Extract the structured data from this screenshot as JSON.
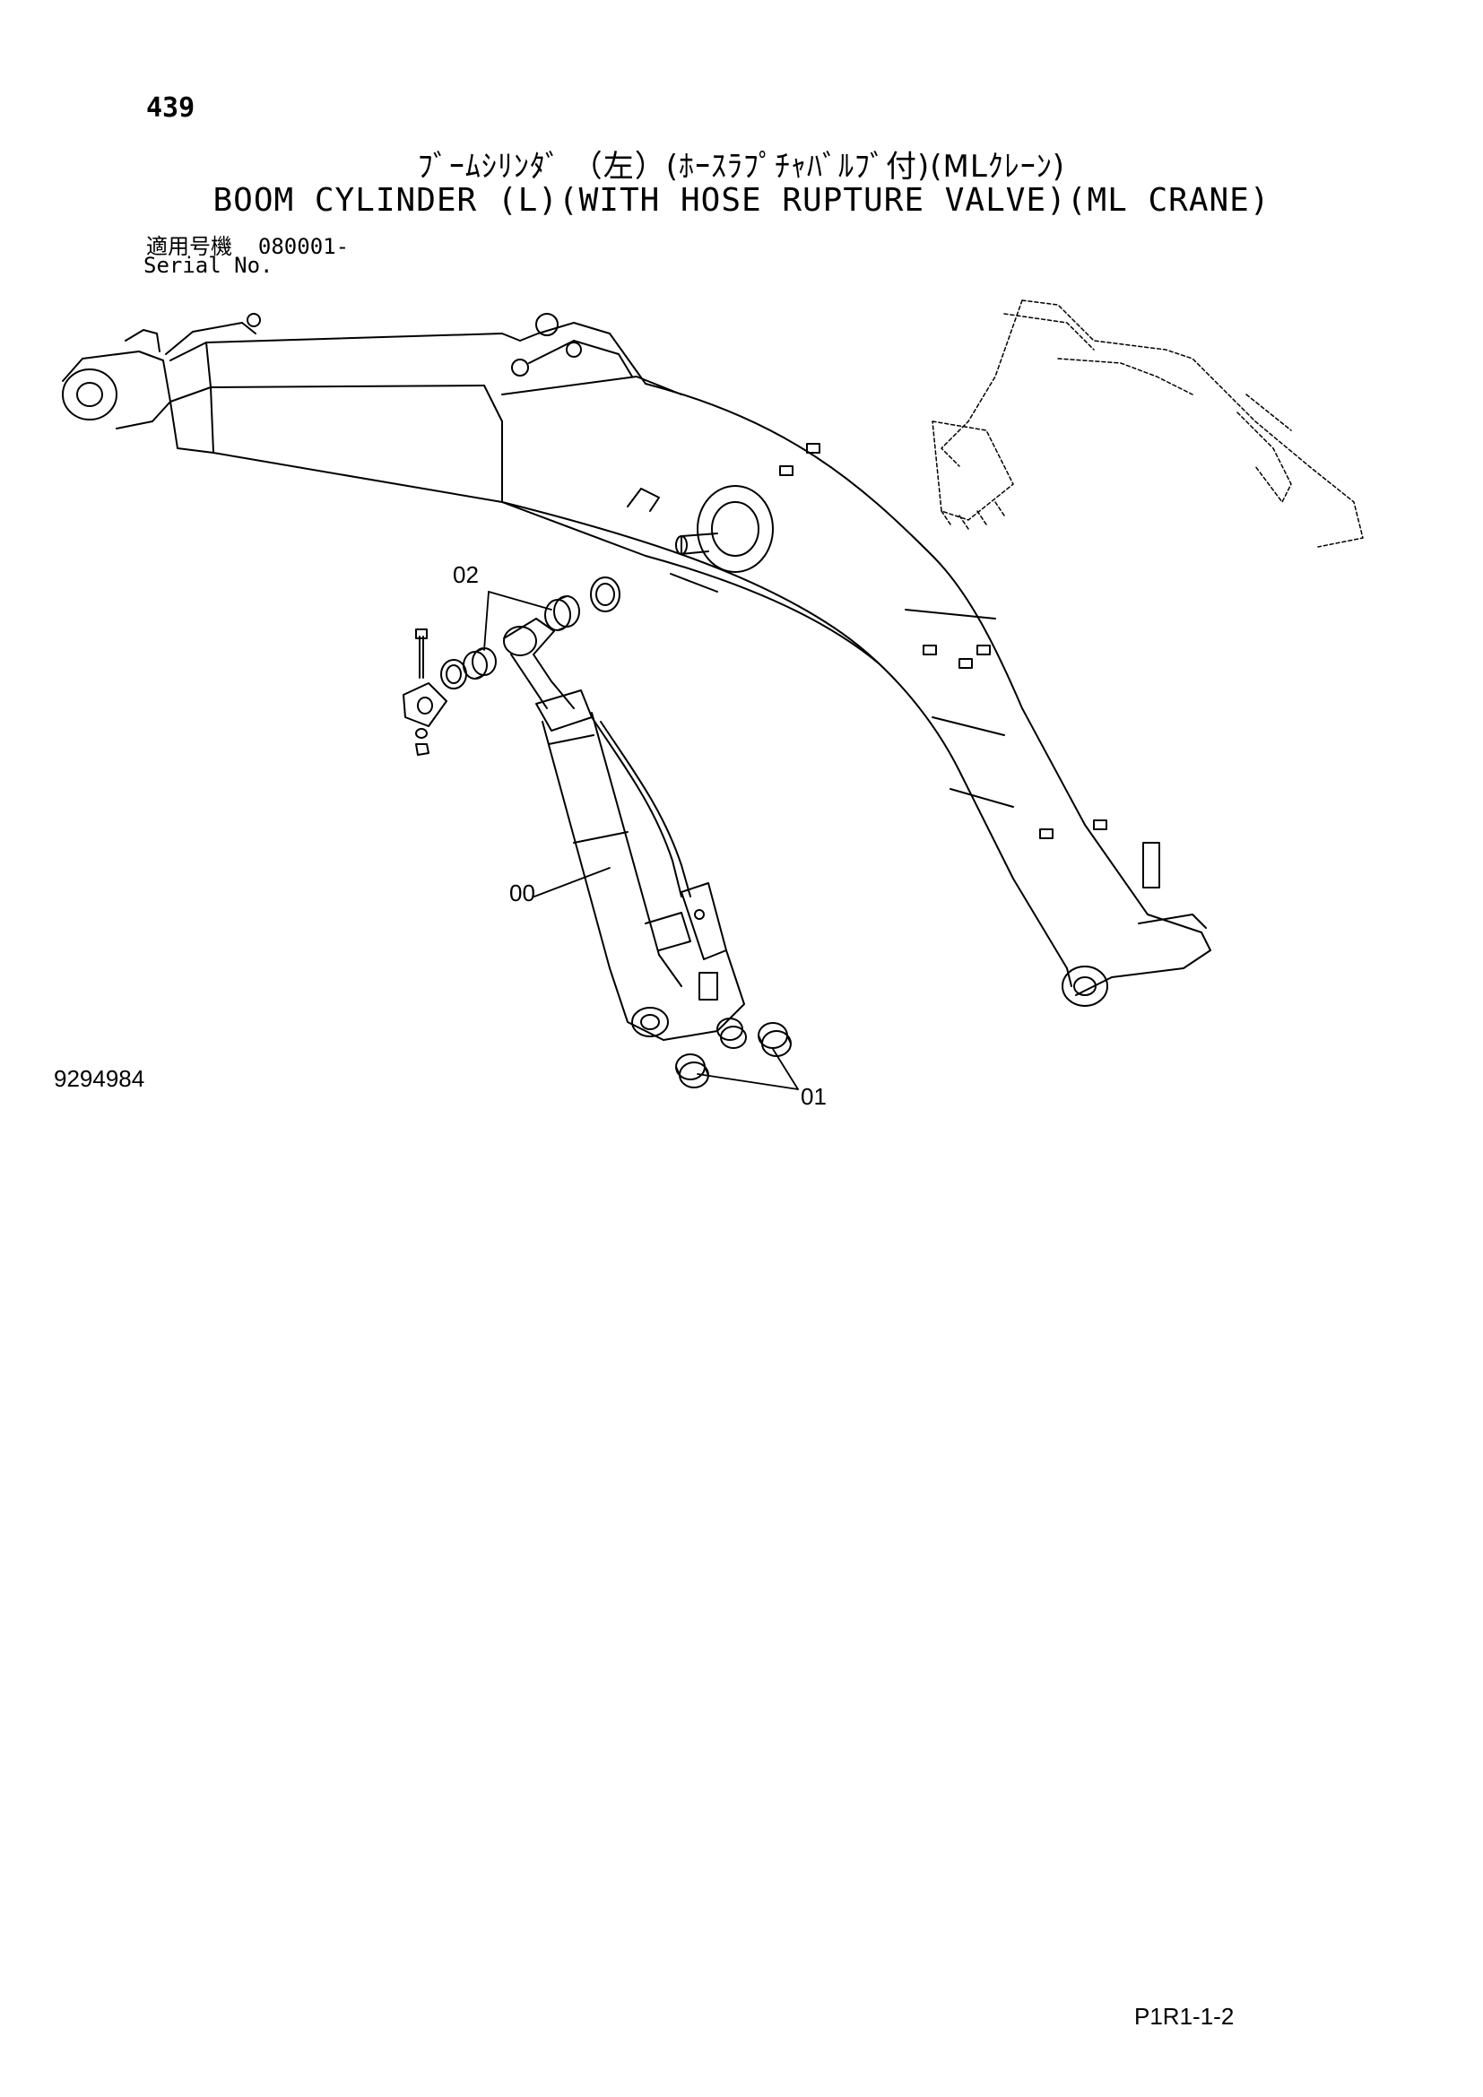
{
  "header": {
    "page_number": "439",
    "title_jp": "ﾌﾞｰﾑｼﾘﾝﾀﾞ （左）(ﾎｰｽﾗﾌﾟﾁｬﾊﾞﾙﾌﾞ付)(MLｸﾚｰﾝ)",
    "title_en": "BOOM CYLINDER (L)(WITH HOSE RUPTURE VALVE)(ML CRANE)",
    "serial_label_jp": "適用号機",
    "serial_value": "080001-",
    "serial_label_en": "Serial No."
  },
  "callouts": [
    "02",
    "00",
    "01"
  ],
  "footer": {
    "drawing_code": "9294984",
    "page_code": "P1R1-1-2"
  }
}
